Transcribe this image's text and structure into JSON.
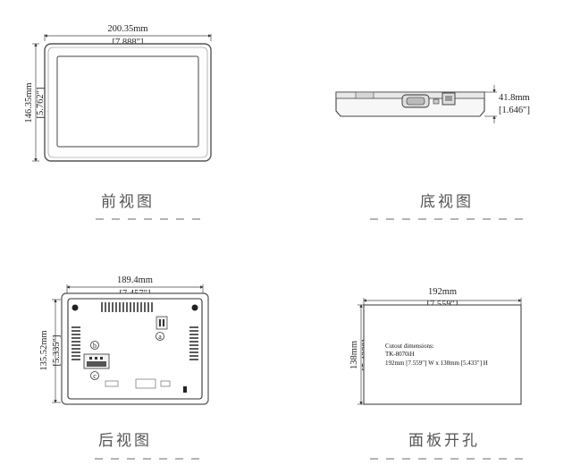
{
  "front": {
    "width_mm": "200.35mm",
    "width_in": "[7.888″]",
    "height_mm": "146.35mm",
    "height_in": "[5.762″]",
    "caption": "前视图"
  },
  "bottom": {
    "depth_mm": "41.8mm",
    "depth_in": "[1.646″]",
    "caption": "底视图"
  },
  "rear": {
    "width_mm": "189.4mm",
    "width_in": "[7.457″]",
    "height_mm": "135.52mm",
    "height_in": "[5.335″]",
    "marker_a": "a",
    "marker_b": "b",
    "marker_c": "c",
    "caption": "后视图"
  },
  "cutout": {
    "width_mm": "192mm",
    "width_in": "[7.559″]",
    "height_mm": "138mm",
    "height_in": "[5.433″]",
    "note_line1": "Cutout dimensions:",
    "note_line2": "TK-8070iH",
    "note_line3": "192mm [7.559″] W x 138mm [5.433″] H",
    "caption": "面板开孔"
  }
}
